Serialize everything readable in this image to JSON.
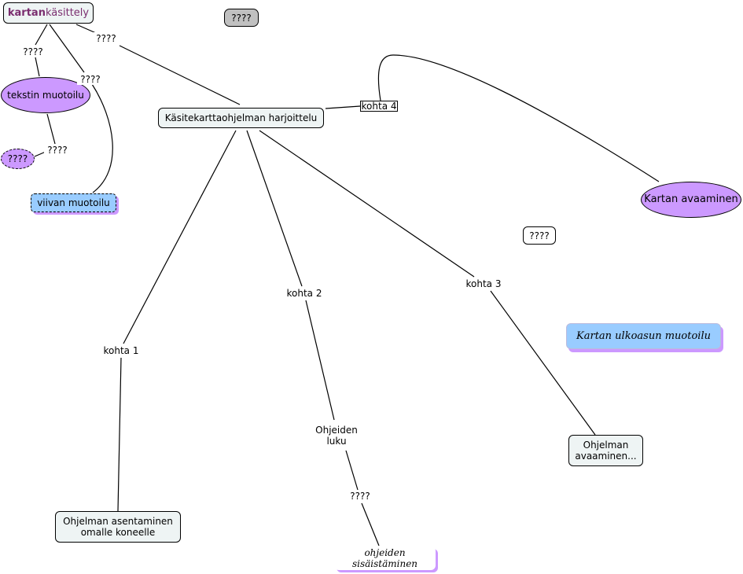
{
  "nodes": {
    "kartan_kasittely_bold": "kartan",
    "kartan_kasittely_rest": " käsittely",
    "gray_box": "????",
    "main": "Käsitekarttaohjelman harjoittelu",
    "tekstin_muotoilu": "tekstin muotoilu",
    "small_oval": "????",
    "viivan_muotoilu": "viivan muotoilu",
    "kartan_avaaminen": "Kartan avaaminen",
    "unconnected_box": "????",
    "kartan_ulkoasun_muotoilu": "Kartan ulkoasun muotoilu",
    "ohjelman_asentaminen": "Ohjelman asentaminen omalle koneelle",
    "ohjelman_avaaminen": "Ohjelman avaaminen...",
    "ohjeiden_sisastaminen": "ohjeiden sisäistäminen"
  },
  "links": {
    "q_kartan_main": "????",
    "q_kartan_tekstin": "????",
    "q_kartan_viivan": "????",
    "q_tekstin_small": "????",
    "kohta_1": "kohta 1",
    "kohta_2": "kohta 2",
    "kohta_3": "kohta 3",
    "kohta_4": "kohta 4",
    "ohjeiden_luku": "Ohjeiden luku",
    "q_luku_sisast": "????"
  },
  "colors": {
    "node_fill": "#eef4f4",
    "oval_fill": "#cc99ff",
    "blue_fill": "#99ccff",
    "title_text": "#7a2d6f",
    "gray_fill": "#c0c0c0"
  }
}
